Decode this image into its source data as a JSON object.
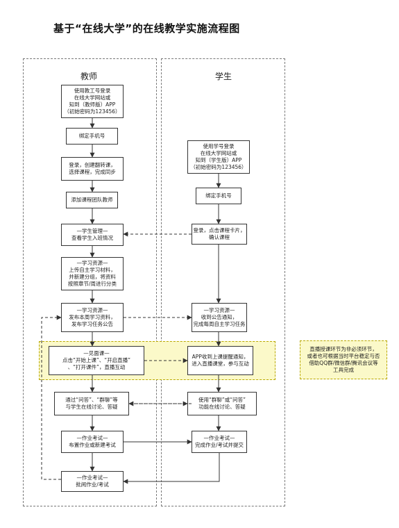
{
  "title": "基于“在线大学”的在线教学实施流程图",
  "lanes": {
    "teacher": "教师",
    "student": "学生"
  },
  "teacher_steps": [
    [
      "使用教工号登录",
      "在线大学网站或",
      "知到（教师版）APP",
      "（初始密码为123456）"
    ],
    [
      "绑定手机号"
    ],
    [
      "登录，创建翻转课，",
      "选择课程，完成同步"
    ],
    [
      "添加课程团队教师"
    ],
    [
      "—学生管理—",
      "查看学生入班情况"
    ],
    [
      "—学习资源—",
      "上传自主学习材料，",
      "并新建分组，将资料",
      "按照章节/周进行分类"
    ],
    [
      "—学习资源—",
      "发布本周学习资料，",
      "发布学习任务公告"
    ],
    [
      "—见面课—",
      "点击“开始上课”、“开启直播”",
      "、“打开课件”，直播互动"
    ],
    [
      "通过“问答”、“群聊”等",
      "与学生在线讨论、答疑"
    ],
    [
      "—作业考试—",
      "布置作业或新建考试"
    ],
    [
      "—作业考试—",
      "批阅作业/考试"
    ]
  ],
  "student_steps": [
    [
      "使用学号登录",
      "在线大学网站或",
      "知到（学生版）APP",
      "（初始密码为123456）"
    ],
    [
      "绑定手机号"
    ],
    [
      "登录，点击课程卡片，",
      "确认课程"
    ],
    [
      "—学习资源—",
      "收到公告通知，",
      "完成每周自主学习任务"
    ],
    [
      "APP收到上课提醒通知，",
      "进入直播课堂，参与互动"
    ],
    [
      "使用“群聊”或“问答”",
      "功能在线讨论、答疑"
    ],
    [
      "—作业考试—",
      "完成作业/考试并提交"
    ]
  ],
  "note": [
    "直播授课环节为非必须环节，",
    "或者也可根据当时平台稳定与否",
    "借助QQ群/微信群/腾讯会议等",
    "工具完成"
  ]
}
